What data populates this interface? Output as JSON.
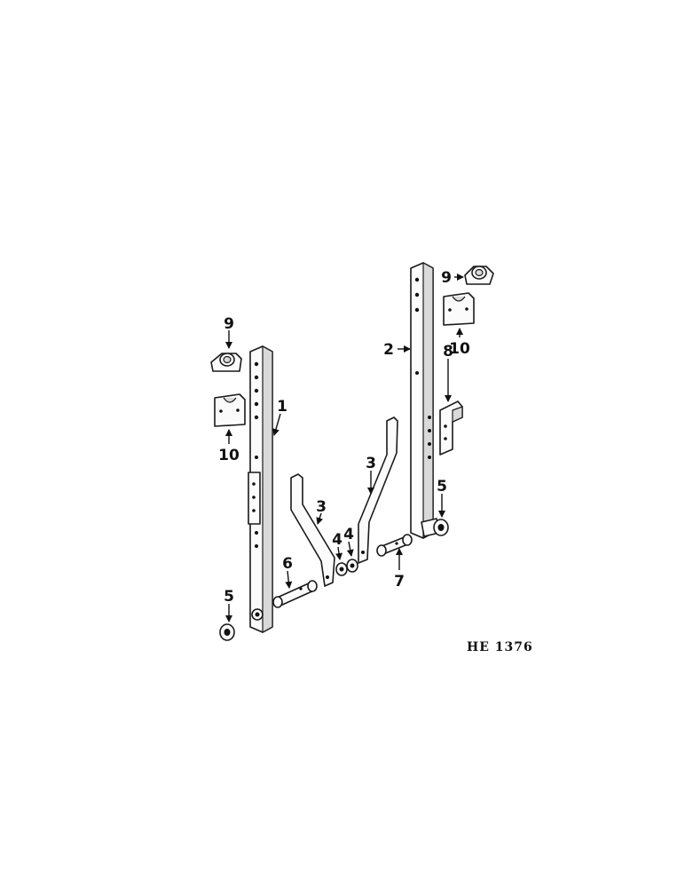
{
  "figure": {
    "code": "HE 1376",
    "callouts": {
      "c1": "1",
      "c2": "2",
      "c3a": "3",
      "c3b": "3",
      "c4a": "4",
      "c4b": "4",
      "c5a": "5",
      "c5b": "5",
      "c6": "6",
      "c7": "7",
      "c8": "8",
      "c9a": "9",
      "c9b": "9",
      "c10a": "10",
      "c10b": "10"
    }
  }
}
